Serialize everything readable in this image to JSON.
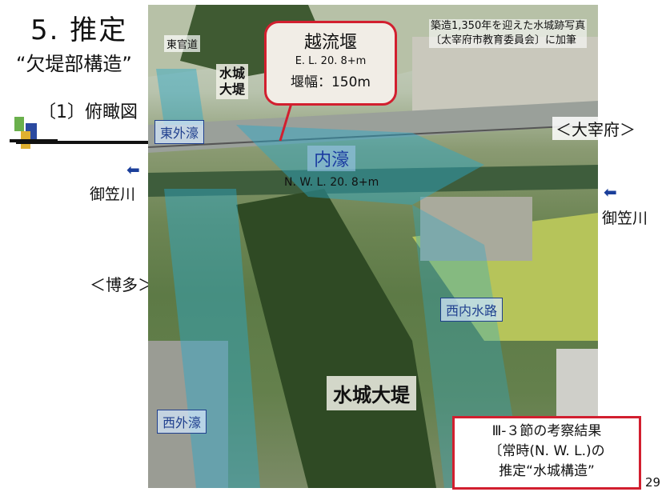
{
  "slide": {
    "title": "5. 推定",
    "subtitle": "“欠堤部構造”",
    "section": "〔1〕俯瞰図",
    "page_number": "29"
  },
  "photo": {
    "credit_line1": "築造1,350年を迎えた水城跡写真",
    "credit_line2": "〔太宰府市教育委員会〕に加筆",
    "road_label": "東官道",
    "dyke_label_top": "水城\n大堤",
    "east_moat": "東外濠",
    "inner_moat": "内濠",
    "inner_moat_nwl": "N. W. L. 20. 8+m",
    "west_canal": "西内水路",
    "west_moat": "西外濠",
    "big_dyke": "水城大堤",
    "dazaifu": "＜大宰府＞",
    "hakata": "＜博多＞",
    "river_left": "御笠川",
    "river_right": "御笠川"
  },
  "callout": {
    "title": "越流堰",
    "elevation": "E. L. 20. 8+m",
    "width": "堰幅：150m"
  },
  "result_box": {
    "line1": "Ⅲ-３節の考察結果",
    "line2": "〔常時(N. W. L.)の",
    "line3": "推定“水城構造”"
  },
  "colors": {
    "accent_red": "#d21f2f",
    "moat_blue": "#1f3f8e",
    "water_overlay": "#2aa8c9"
  }
}
